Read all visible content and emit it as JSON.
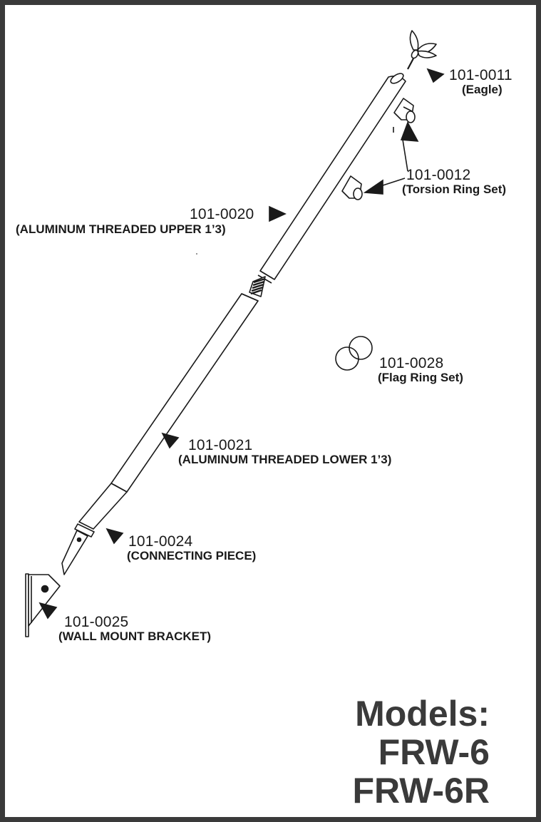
{
  "parts": [
    {
      "id": "eagle",
      "number": "101-0011",
      "description": "(Eagle)"
    },
    {
      "id": "torsion",
      "number": "101-0012",
      "description": "(Torsion Ring Set)"
    },
    {
      "id": "upper",
      "number": "101-0020",
      "description": "(ALUMINUM THREADED UPPER 1’3)"
    },
    {
      "id": "flagring",
      "number": "101-0028",
      "description": "(Flag Ring Set)"
    },
    {
      "id": "lower",
      "number": "101-0021",
      "description": "(ALUMINUM THREADED LOWER 1’3)"
    },
    {
      "id": "connecting",
      "number": "101-0024",
      "description": "(CONNECTING PIECE)"
    },
    {
      "id": "bracket",
      "number": "101-0025",
      "description": "(WALL MOUNT BRACKET)"
    }
  ],
  "models": {
    "heading": "Models:",
    "items": [
      "FRW-6",
      "FRW-6R"
    ]
  },
  "colors": {
    "line": "#1a1a1a",
    "frame": "#3a3a3a",
    "heading": "#3a3a3a"
  }
}
